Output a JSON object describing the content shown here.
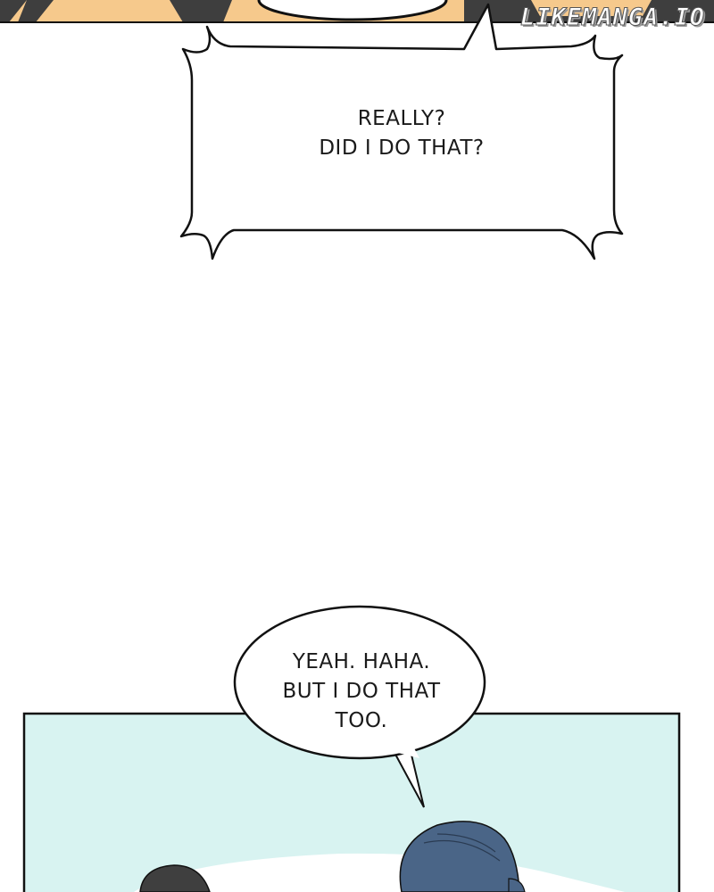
{
  "watermark": "LIKEMANGA.IO",
  "colors": {
    "skin": "#f6c98c",
    "hair_dark": "#3e3e3e",
    "panel_bg": "#d8f3f1",
    "hair_blue": "#4a6587"
  },
  "bubbles": [
    {
      "lines": [
        "REALLY?",
        "DID I DO THAT?"
      ]
    },
    {
      "lines": [
        "YEAH. HAHA.",
        "BUT I DO THAT",
        "TOO."
      ]
    }
  ]
}
